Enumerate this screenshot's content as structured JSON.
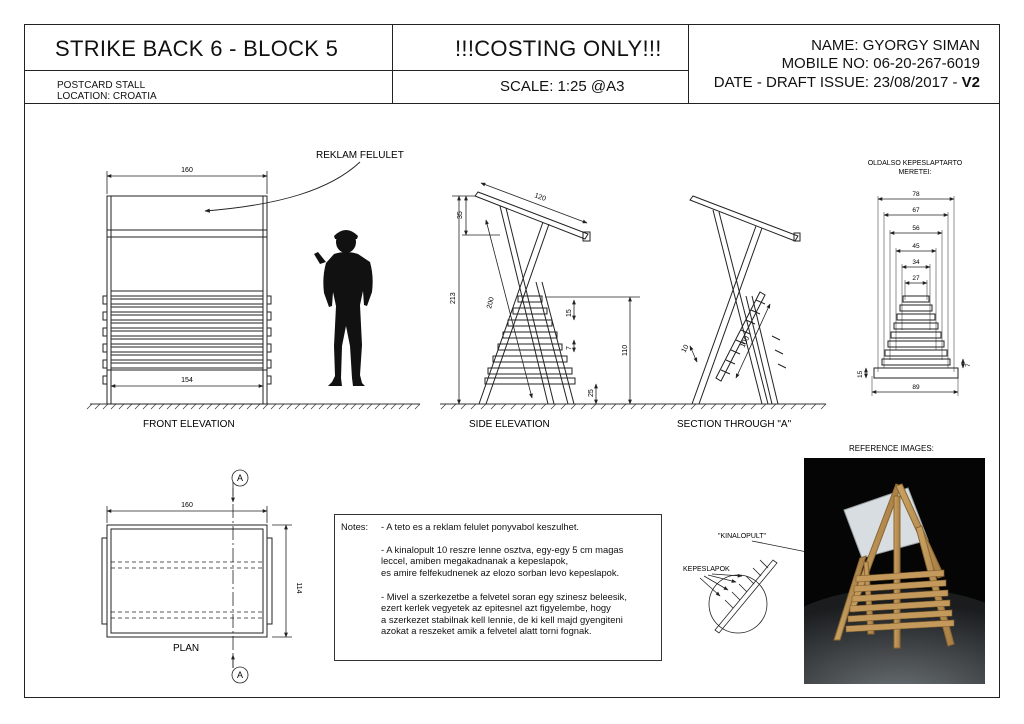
{
  "title_block": {
    "project": "STRIKE BACK 6 - BLOCK 5",
    "item": "POSTCARD STALL",
    "location": "LOCATION: CROATIA",
    "costing": "!!!COSTING ONLY!!!",
    "scale": "SCALE: 1:25 @A3",
    "name": "NAME: GYORGY SIMAN",
    "mobile": "MOBILE NO: 06-20-267-6019",
    "date_prefix": "DATE - DRAFT ISSUE: 23/08/2017 - ",
    "version": "V2"
  },
  "views": {
    "front": "FRONT ELEVATION",
    "side": "SIDE ELEVATION",
    "section": "SECTION THROUGH \"A\"",
    "plan": "PLAN",
    "reference": "REFERENCE IMAGES:"
  },
  "annotations": {
    "reklam": "REKLAM FELULET",
    "oldalso_1": "OLDALSO KEPESLAPTARTO",
    "oldalso_2": "MERETEI:",
    "kinalopult": "\"KINALOPULT\"",
    "kepeslapok": "KEPESLAPOK",
    "section_mark": "A"
  },
  "dimensions": {
    "front_width": "160",
    "front_inner": "154",
    "side_top": "120",
    "side_roof": "35",
    "side_height": "213",
    "side_leg": "200",
    "side_15": "15",
    "side_7": "7",
    "side_110": "110",
    "side_25": "25",
    "section_10": "10",
    "section_100": "100",
    "plan_width": "160",
    "plan_depth": "114",
    "rack_78": "78",
    "rack_67": "67",
    "rack_56": "56",
    "rack_45": "45",
    "rack_34": "34",
    "rack_27": "27",
    "rack_15": "15",
    "rack_7": "7",
    "rack_89": "89"
  },
  "notes": {
    "label": "Notes:",
    "n1": "- A teto es a reklam felulet ponyvabol keszulhet.",
    "n2": "- A kinalopult 10 reszre lenne osztva, egy-egy 5 cm magas\nleccel, amiben megakadnanak a kepeslapok,\nes amire felfekudnenek az elozo sorban levo kepeslapok.",
    "n3": "- Mivel a szerkezetbe a felvetel soran egy szinesz beleesik,\nezert kerlek vegyetek az epitesnel azt figyelembe, hogy\na szerkezet stabilnak kell lennie, de ki kell majd gyengiteni\nazokat a reszeket amik a felvetel alatt torni fognak."
  }
}
